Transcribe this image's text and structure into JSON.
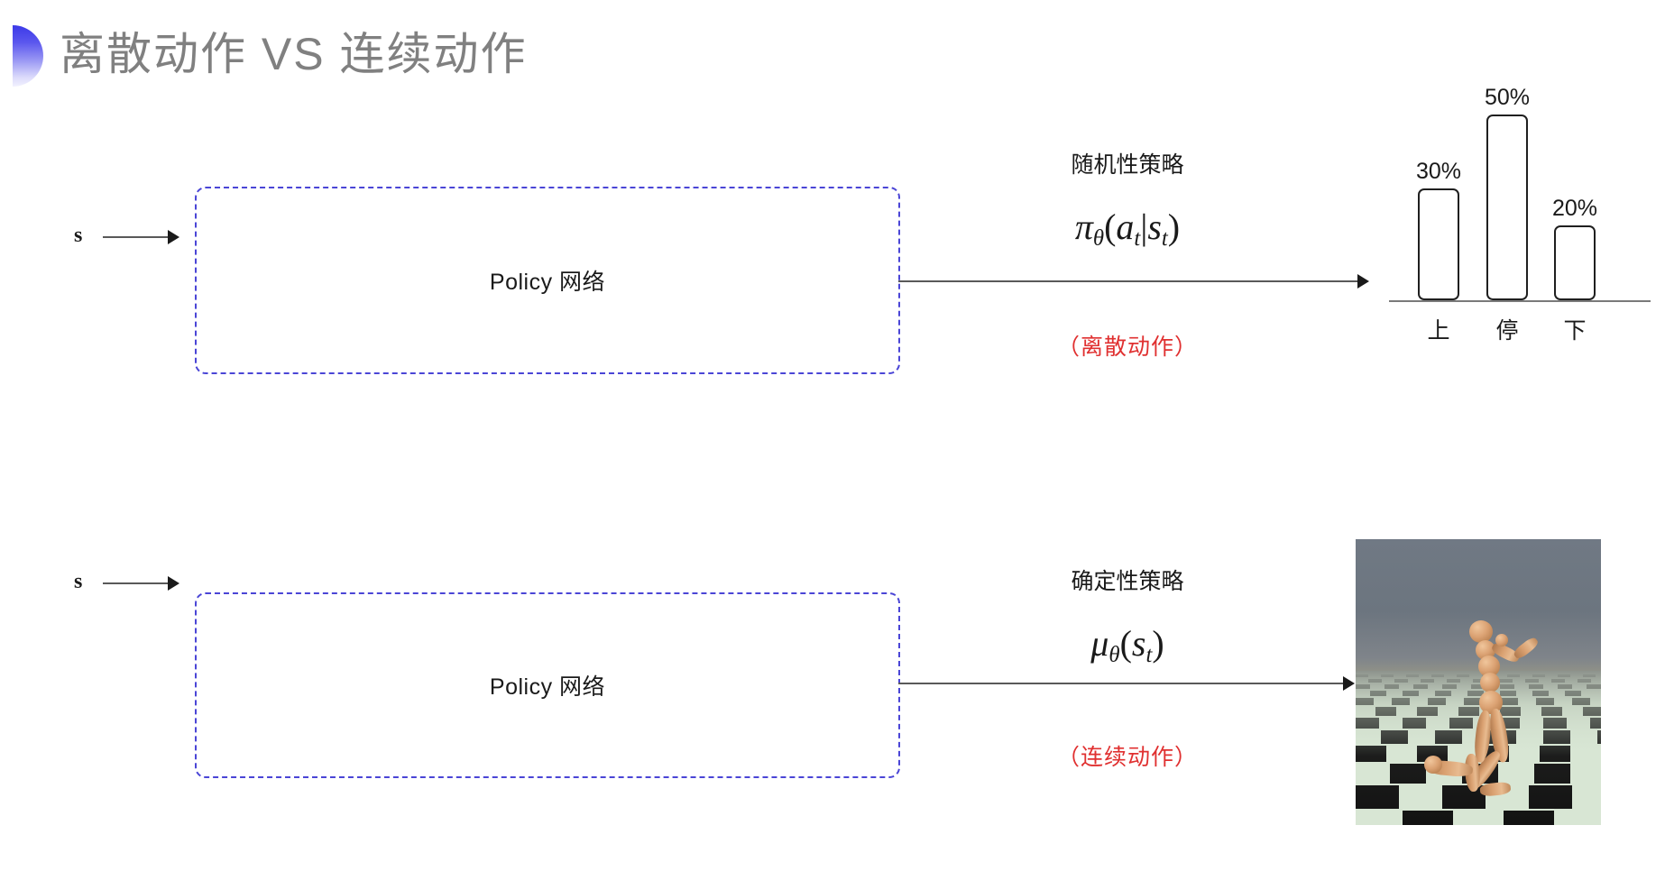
{
  "slide": {
    "title": "离散动作 VS 连续动作",
    "title_color": "#808080",
    "accent_color": "#3b39e8",
    "background": "#ffffff"
  },
  "rows": [
    {
      "id": "discrete",
      "input_label": "s",
      "box_label": "Policy 网络",
      "policy_kind": "随机性策略",
      "formula": {
        "head": "π",
        "head_sub": "θ",
        "open": "(",
        "arg1": "a",
        "arg1_sub": "t",
        "bar": "|",
        "arg2": "s",
        "arg2_sub": "t",
        "close": ")"
      },
      "note": "（离散动作）",
      "note_color": "#e03030"
    },
    {
      "id": "continuous",
      "input_label": "s",
      "box_label": "Policy 网络",
      "policy_kind": "确定性策略",
      "formula": {
        "head": "μ",
        "head_sub": "θ",
        "open": "(",
        "arg1": "s",
        "arg1_sub": "t",
        "bar": "",
        "arg2": "",
        "arg2_sub": "",
        "close": ")"
      },
      "note": "（连续动作）",
      "note_color": "#e03030"
    }
  ],
  "chart_data": {
    "type": "bar",
    "title": "",
    "xlabel": "",
    "ylabel": "",
    "categories": [
      "上",
      "停",
      "下"
    ],
    "values": [
      30,
      50,
      20
    ],
    "value_labels": [
      "30%",
      "50%",
      "20%"
    ],
    "ylim": [
      0,
      55
    ],
    "grid": false,
    "legend": null,
    "bar_fill": "#ffffff",
    "bar_stroke": "#1f1f1f",
    "axis_color": "#7a7a7a"
  },
  "sim_image": {
    "caption": "",
    "alt_name": "mujoco-humanoid-simulation",
    "sky_color": "#6d7680",
    "floor_light": "#d8e6d4",
    "floor_dark": "#111111",
    "body_color": "#d49a68"
  }
}
